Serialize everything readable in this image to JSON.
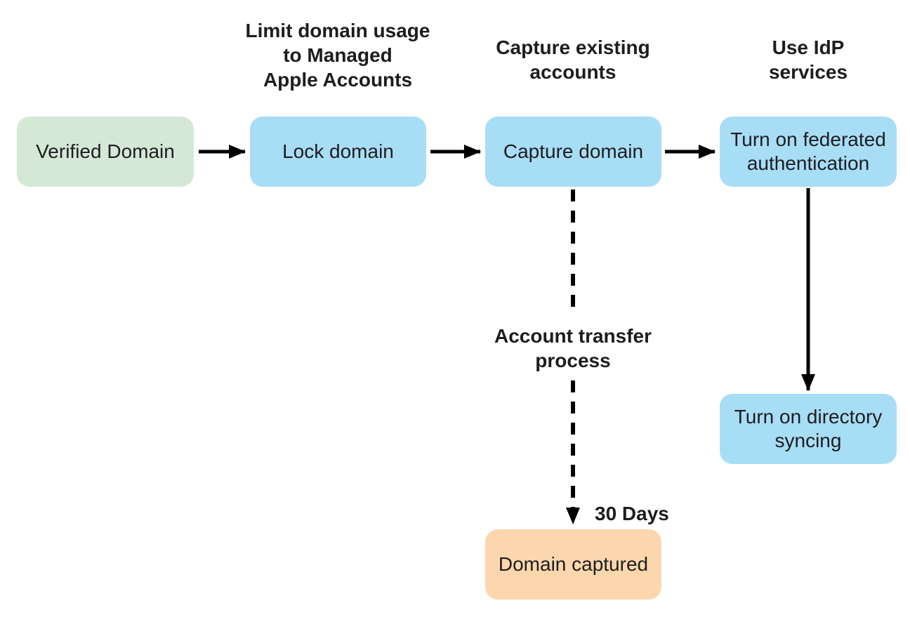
{
  "diagram": {
    "description": "Flowchart of domain capture and federated authentication process",
    "colors": {
      "background": "#ffffff",
      "text": "#1d1d1f",
      "arrow": "#000000",
      "start_node": "#d5e8d6",
      "process_node": "#a8ddf6",
      "end_node": "#fcd7ad"
    },
    "nodes": [
      {
        "label": "Verified Domain",
        "color": "#d5e8d6"
      },
      {
        "label": "Lock domain",
        "color": "#a8ddf6"
      },
      {
        "label": "Capture domain",
        "color": "#a8ddf6"
      },
      {
        "label": "Turn on federated\nauthentication",
        "color": "#a8ddf6"
      },
      {
        "label": "Turn on directory\nsyncing",
        "color": "#a8ddf6"
      },
      {
        "label": "Domain captured",
        "color": "#fcd7ad"
      }
    ],
    "annotations": [
      {
        "text": "Limit domain usage\nto Managed\nApple Accounts"
      },
      {
        "text": "Capture existing\naccounts"
      },
      {
        "text": "Use IdP\nservices"
      },
      {
        "text": "Account transfer\nprocess"
      },
      {
        "text": "30 Days"
      }
    ],
    "edges": [
      {
        "from": "Verified Domain",
        "to": "Lock domain",
        "style": "solid"
      },
      {
        "from": "Lock domain",
        "to": "Capture domain",
        "style": "solid"
      },
      {
        "from": "Capture domain",
        "to": "Turn on federated authentication",
        "style": "solid"
      },
      {
        "from": "Turn on federated authentication",
        "to": "Turn on directory syncing",
        "style": "solid"
      },
      {
        "from": "Capture domain",
        "to": "Domain captured",
        "style": "dashed",
        "label": "Account transfer process",
        "duration": "30 Days"
      }
    ]
  }
}
